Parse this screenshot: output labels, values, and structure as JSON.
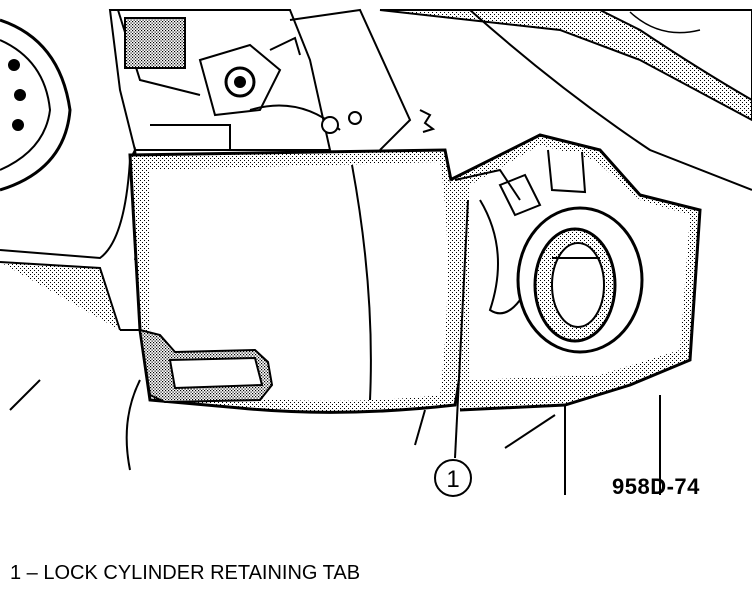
{
  "figure": {
    "id_label": "958D-74",
    "callouts": [
      {
        "number": "1"
      }
    ]
  },
  "legend": {
    "items": [
      {
        "text": "1 – LOCK CYLINDER RETAINING TAB"
      }
    ]
  }
}
